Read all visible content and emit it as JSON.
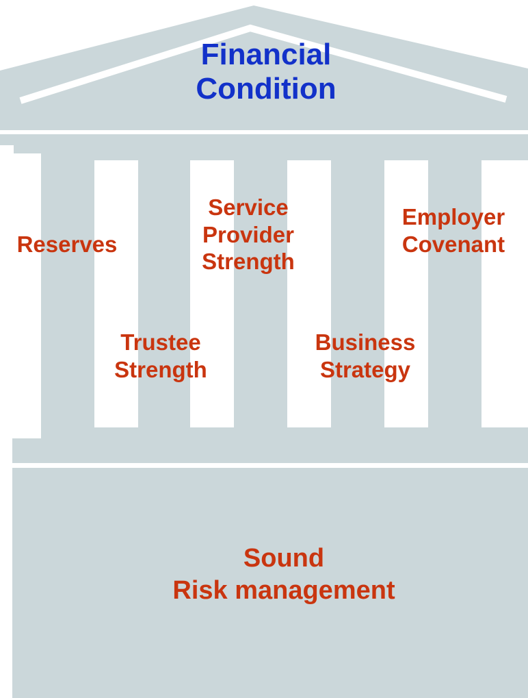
{
  "diagram": {
    "title_lines": [
      "Financial",
      "Condition"
    ],
    "pillars": [
      {
        "id": "reserves",
        "lines": [
          "Reserves"
        ]
      },
      {
        "id": "trustee",
        "lines": [
          "Trustee",
          "Strength"
        ]
      },
      {
        "id": "service-provider",
        "lines": [
          "Service",
          "Provider",
          "Strength"
        ]
      },
      {
        "id": "business-strategy",
        "lines": [
          "Business",
          "Strategy"
        ]
      },
      {
        "id": "employer-covenant",
        "lines": [
          "Employer",
          "Covenant"
        ]
      }
    ],
    "foundation_lines": [
      "Sound",
      "Risk management"
    ]
  },
  "colors": {
    "structure": "#cbd7da",
    "title": "#1231c9",
    "labels": "#c9350f",
    "background": "#ffffff"
  }
}
